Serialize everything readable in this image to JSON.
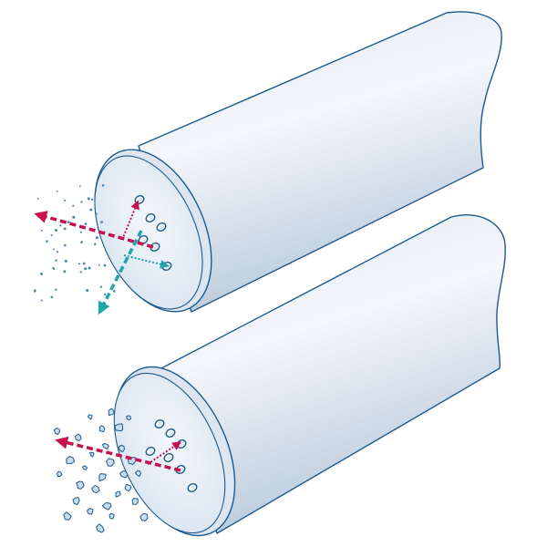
{
  "colors": {
    "background": "#ffffff",
    "outline": "#1e5a8e",
    "body_light": "#f4f7fb",
    "body_mid": "#dde7f1",
    "body_dark": "#b7c8da",
    "end_face": "#e6eef6",
    "hole_fill": "#ffffff",
    "magenta_arrow": "#c4124f",
    "teal_arrow": "#1fa6a8",
    "particle": "#4d86b8",
    "droplet_fill": "#c9ddef"
  },
  "diagram": {
    "components": [
      {
        "id": "upper-roll",
        "icon": "cylinder-roll",
        "end": "left",
        "emission": "fine-spray"
      },
      {
        "id": "lower-roll",
        "icon": "cylinder-roll",
        "end": "left",
        "emission": "coarse-droplets"
      }
    ],
    "arrows": [
      {
        "roll": "upper-roll",
        "style": "dashed",
        "color": "magenta",
        "direction": "left"
      },
      {
        "roll": "upper-roll",
        "style": "dashed",
        "color": "teal",
        "direction": "down-left"
      },
      {
        "roll": "upper-roll",
        "style": "dotted",
        "color": "magenta",
        "direction": "up-right"
      },
      {
        "roll": "upper-roll",
        "style": "dotted",
        "color": "teal",
        "direction": "right"
      },
      {
        "roll": "lower-roll",
        "style": "dashed",
        "color": "magenta",
        "direction": "left"
      },
      {
        "roll": "lower-roll",
        "style": "dotted",
        "color": "magenta",
        "direction": "up-right"
      }
    ]
  }
}
